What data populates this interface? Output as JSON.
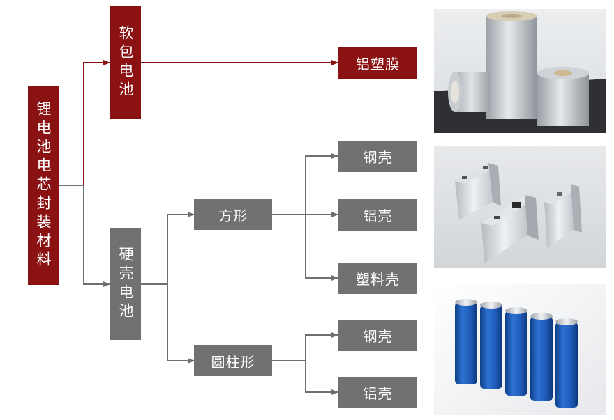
{
  "colors": {
    "soft_branch": "#8b1212",
    "hard_branch": "#707272",
    "line_red": "#8b1212",
    "line_gray": "#6e7070"
  },
  "nodes": {
    "root": "锂电池电芯封装材料",
    "soft": "软包电池",
    "aluminum_film": "铝塑膜",
    "hard": "硬壳电池",
    "prismatic": "方形",
    "prismatic_steel": "钢壳",
    "prismatic_aluminum": "铝壳",
    "prismatic_plastic": "塑料壳",
    "cylindrical": "圆柱形",
    "cylindrical_steel": "钢壳",
    "cylindrical_aluminum": "铝壳"
  },
  "photos": [
    "aluminum-plastic-film-rolls-photo",
    "prismatic-cells-photo",
    "cylindrical-cells-photo"
  ]
}
